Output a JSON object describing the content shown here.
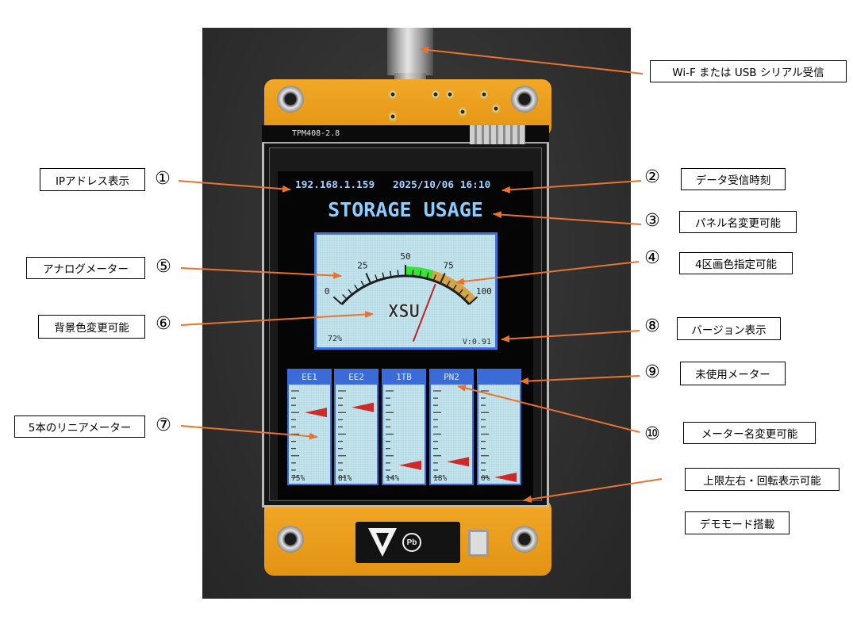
{
  "annotations": {
    "input": {
      "label": "Wi-F または USB シリアル受信"
    },
    "ip": {
      "num": "①",
      "label": "IPアドレス表示"
    },
    "time": {
      "num": "②",
      "label": "データ受信時刻"
    },
    "panel_name": {
      "num": "③",
      "label": "パネル名変更可能"
    },
    "zones": {
      "num": "④",
      "label": "4区画色指定可能"
    },
    "analog": {
      "num": "⑤",
      "label": "アナログメーター"
    },
    "background": {
      "num": "⑥",
      "label": "背景色変更可能"
    },
    "linear": {
      "num": "⑦",
      "label": "5本のリニアメーター"
    },
    "version": {
      "num": "⑧",
      "label": "バージョン表示"
    },
    "unused": {
      "num": "⑨",
      "label": "未使用メーター"
    },
    "meter_name": {
      "num": "⑩",
      "label": "メーター名変更可能"
    },
    "orientation": {
      "label": "上限左右・回転表示可能"
    },
    "demo": {
      "label": "デモモード搭載"
    }
  },
  "device": {
    "model_label": "TPM408-2.8",
    "logo": "Pb"
  },
  "screen": {
    "ip": "192.168.1.159",
    "datetime": "2025/10/06 16:10",
    "panel_title": "STORAGE USAGE",
    "analog_meter": {
      "scale_labels": [
        "0",
        "25",
        "50",
        "75",
        "100"
      ],
      "name": "XSU",
      "value": 72,
      "value_text": "72%",
      "version": "V:0.91",
      "zones": [
        {
          "from": 50,
          "to": 68,
          "color": "#35e435"
        },
        {
          "from": 68,
          "to": 100,
          "color": "#d3a547"
        }
      ]
    },
    "linear_meters": [
      {
        "name": "EE1",
        "value": 75,
        "value_text": "75%"
      },
      {
        "name": "EE2",
        "value": 81,
        "value_text": "81%"
      },
      {
        "name": "1TB",
        "value": 14,
        "value_text": "14%"
      },
      {
        "name": "PN2",
        "value": 18,
        "value_text": "18%"
      },
      {
        "value": 0,
        "value_text": "0%"
      }
    ]
  },
  "colors": {
    "arrow": "#e8732f",
    "screen_text": "#9fd2ff",
    "meter_header": "#3b6bd6",
    "meter_background": "#c9e7ef",
    "needle": "#c3202a",
    "pointer": "#cf2a2a",
    "pcb": "#e89c1a"
  }
}
